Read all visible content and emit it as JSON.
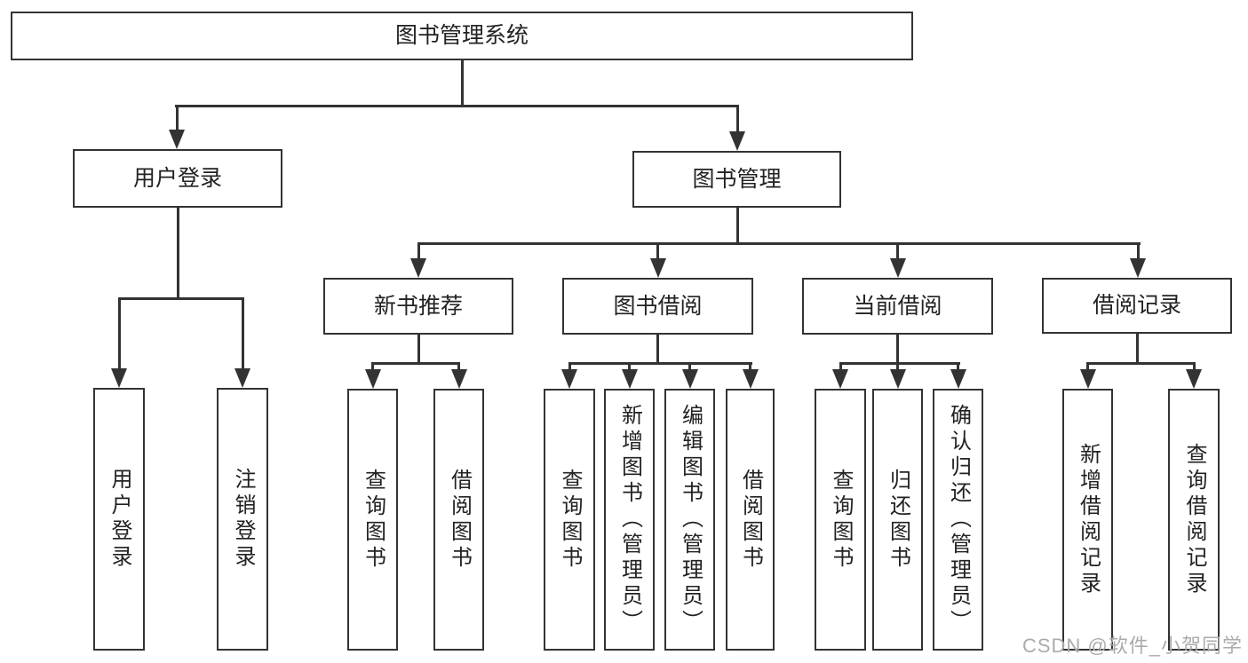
{
  "diagram": {
    "root": {
      "label": "图书管理系统"
    },
    "branches": [
      {
        "label": "用户登录",
        "children": [
          {
            "label": "用户登录"
          },
          {
            "label": "注销登录"
          }
        ]
      },
      {
        "label": "图书管理",
        "children": [
          {
            "label": "新书推荐",
            "children": [
              {
                "label": "查询图书"
              },
              {
                "label": "借阅图书"
              }
            ]
          },
          {
            "label": "图书借阅",
            "children": [
              {
                "label": "查询图书"
              },
              {
                "label": "新增图书（管理员）"
              },
              {
                "label": "编辑图书（管理员）"
              },
              {
                "label": "借阅图书"
              }
            ]
          },
          {
            "label": "当前借阅",
            "children": [
              {
                "label": "查询图书"
              },
              {
                "label": "归还图书"
              },
              {
                "label": "确认归还（管理员）"
              }
            ]
          },
          {
            "label": "借阅记录",
            "children": [
              {
                "label": "新增借阅记录"
              },
              {
                "label": "查询借阅记录"
              }
            ]
          }
        ]
      }
    ]
  },
  "watermark": {
    "text": "CSDN @软件_小贺同学"
  },
  "colors": {
    "line": "#333333",
    "text": "#222222",
    "watermark": "#ababab",
    "background": "#ffffff"
  }
}
